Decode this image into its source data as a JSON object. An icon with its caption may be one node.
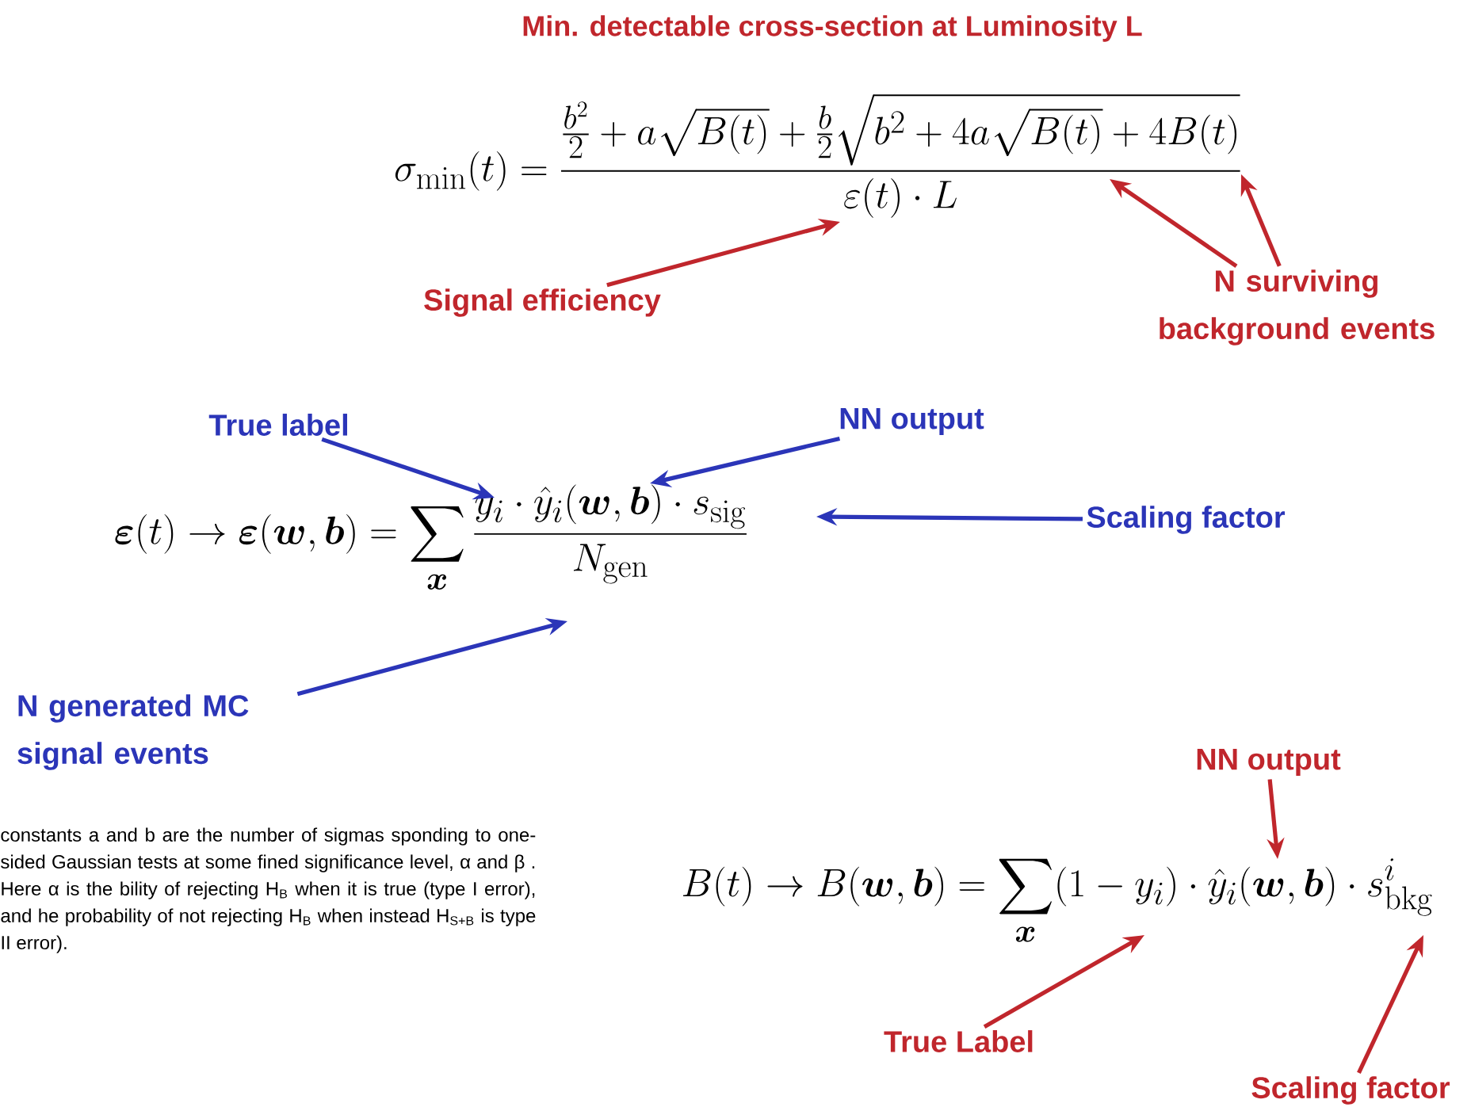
{
  "diagram": {
    "title": "Min. detectable cross-section at Luminosity L",
    "nodes": [
      {
        "text": [
          "\\sigma_{\\mathrm{min}}(t) = \\frac{\\frac{b^2}{2} + a\\sqrt{B(t)} + \\frac{b}{2}\\sqrt{b^2+4a\\sqrt{B(t)}+4B(t)}}{\\varepsilon(t)\\cdot L}"
        ]
      },
      {
        "text": [
          "Signal efficiency"
        ]
      },
      {
        "text": [
          "N surviving background events"
        ]
      },
      {
        "text": [
          "\\boldsymbol{\\varepsilon}(t) \\rightarrow \\boldsymbol{\\varepsilon}(\\boldsymbol{w},\\boldsymbol{b}) = \\sum_{\\boldsymbol{x}} \\frac{y_i \\cdot \\hat{y}_i(\\boldsymbol{w},\\boldsymbol{b}) \\cdot s_{\\mathrm{sig}}}{N_{\\mathrm{gen}}}"
        ]
      },
      {
        "text": [
          "True label"
        ]
      },
      {
        "text": [
          "NN output"
        ]
      },
      {
        "text": [
          "Scaling factor"
        ]
      },
      {
        "text": [
          "N generated MC signal events"
        ]
      },
      {
        "text": [
          "B(t) \\rightarrow B(\\boldsymbol{w},\\boldsymbol{b}) = \\sum_{\\boldsymbol{x}} (1-y_i)\\cdot\\hat{y}_i(\\boldsymbol{w},\\boldsymbol{b})\\cdot s^{i}_{\\mathrm{bkg}}"
        ]
      },
      {
        "text": [
          "NN output"
        ]
      },
      {
        "text": [
          "True Label"
        ]
      },
      {
        "text": [
          "Scaling factor"
        ]
      }
    ],
    "edges": [
      {
        "from": 1,
        "to": 0,
        "arrow": "to"
      },
      {
        "from": 2,
        "to": 0,
        "arrow": "to"
      },
      {
        "from": 2,
        "to": 0,
        "arrow": "to"
      },
      {
        "from": 4,
        "to": 3,
        "arrow": "to",
        "color": "#2b35b8"
      },
      {
        "from": 5,
        "to": 3,
        "arrow": "to",
        "color": "#2b35b8"
      },
      {
        "from": 6,
        "to": 3,
        "arrow": "to",
        "color": "#2b35b8"
      },
      {
        "from": 7,
        "to": 3,
        "arrow": "to",
        "color": "#2b35b8"
      },
      {
        "from": 9,
        "to": 8,
        "arrow": "to"
      },
      {
        "from": 10,
        "to": 8,
        "arrow": "to"
      },
      {
        "from": 11,
        "to": 8,
        "arrow": "to"
      }
    ],
    "labels": [
      "constants a and b are the number of sigmas sponding to one-sided Gaussian tests at some fined significance level, α and β . Here α is the bility of rejecting H$_{B}$ when it is true (type I error), and he probability of not rejecting H$_{B}$ when instead H$_{S+B}$ is type II error)."
    ]
  }
}
